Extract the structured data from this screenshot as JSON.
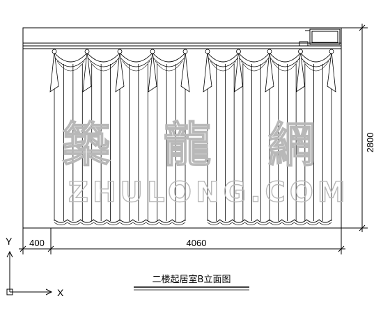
{
  "drawing": {
    "title": "二楼起居室B立面图",
    "dimensions": {
      "height": "2800",
      "left_offset": "400",
      "width": "4060"
    },
    "axes": {
      "y_label": "Y",
      "x_label": "X"
    },
    "watermark": {
      "chinese": [
        "築",
        "龍",
        "網"
      ],
      "latin": "ZHULONG.COM"
    }
  }
}
